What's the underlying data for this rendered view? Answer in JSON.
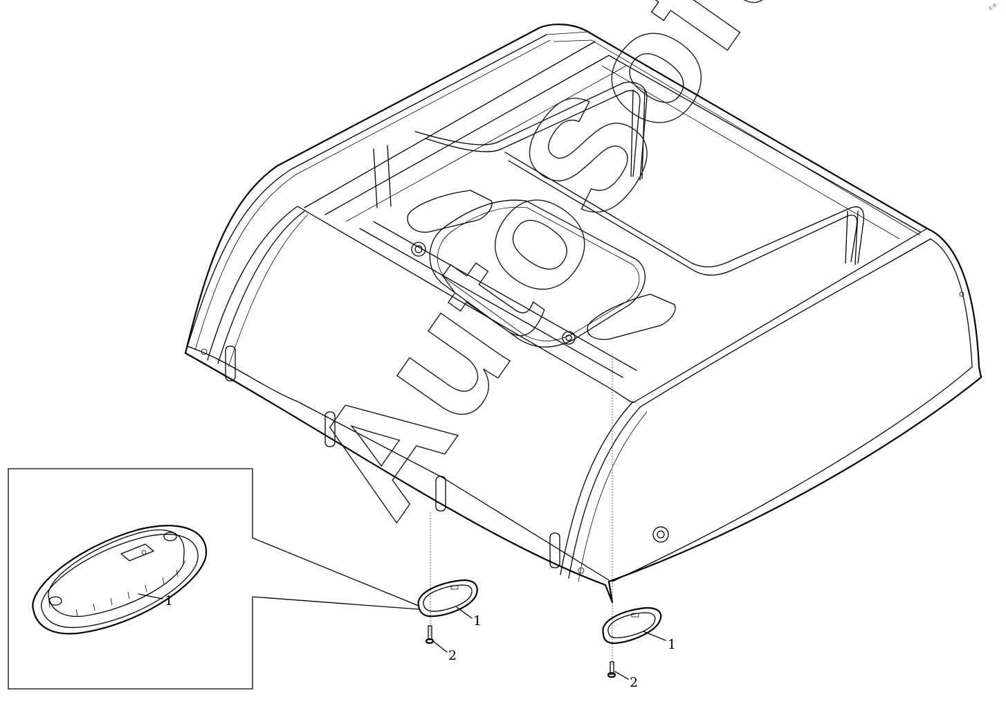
{
  "watermark": {
    "text": "AutoSoft"
  },
  "corner_mark": {
    "text": "©®"
  },
  "callouts": {
    "inset_lamp": "1",
    "center_lamp": "1",
    "center_screw": "2",
    "right_lamp": "1",
    "right_screw": "2"
  }
}
